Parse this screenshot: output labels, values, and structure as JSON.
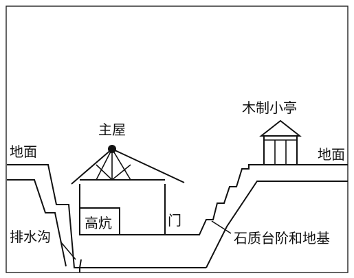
{
  "labels": {
    "main_house": "主屋",
    "ground_left": "地面",
    "ground_right": "地面",
    "kang": "高炕",
    "door": "门",
    "drain": "排水沟",
    "pavilion": "木制小亭",
    "steps_foundation": "石质台阶和地基"
  },
  "colors": {
    "stroke": "#111111",
    "background": "#ffffff"
  }
}
